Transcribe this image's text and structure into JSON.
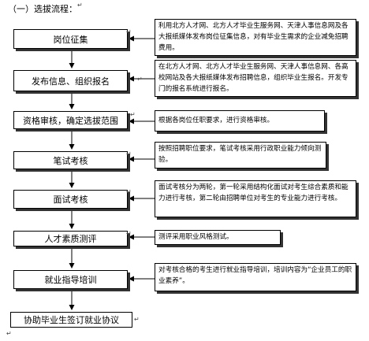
{
  "heading": "（一）选拔流程：",
  "return_mark": "↵",
  "steps": [
    {
      "label": "岗位征集",
      "note": "利用北方人才网、北方人才毕业生服务网、天津人事信息网及各大报纸媒体发布岗位征集信息，对有毕业生需求的企业减免招聘费用。"
    },
    {
      "label": "发布信息、组织报名",
      "note": "在北方人才网、北方人才毕业生服务网、天津人事信息网、各高校网站及各大报纸媒体发布招聘信息，组织毕业生报名。开发专门的报名系统进行报名。"
    },
    {
      "label": "资格审核，确定选拔范围",
      "note": "根据各岗位任职要求，进行资格审核。"
    },
    {
      "label": "笔试考核",
      "note": "按照招聘职位要求，笔试考核采用行政职业能力倾向测验。"
    },
    {
      "label": "面试考核",
      "note": "面试考核分为两轮，第一轮采用结构化面试对考生综合素质和能力进行考核，第二轮由招聘单位对考生的专业能力进行考核。"
    },
    {
      "label": "人才素质测评",
      "note": "测评采用职业风格测试。"
    },
    {
      "label": "就业指导培训",
      "note": "对考核合格的考生进行就业指导培训，培训内容为“企业员工的职业素养”。"
    },
    {
      "label": "协助毕业生签订就业协议",
      "note": ""
    }
  ]
}
